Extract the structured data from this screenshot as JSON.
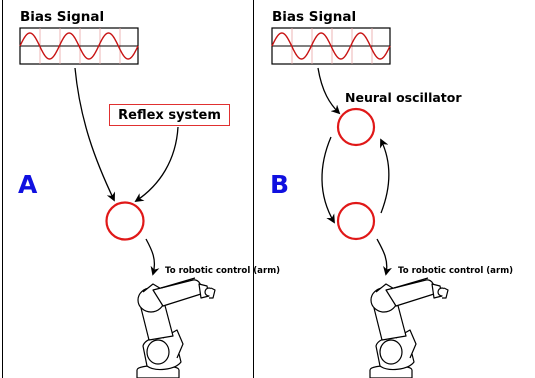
{
  "panel_a": {
    "bias_label": "Bias Signal",
    "reflex_label": "Reflex system",
    "panel_letter": "A",
    "control_label": "To robotic control (arm)"
  },
  "panel_b": {
    "bias_label": "Bias Signal",
    "oscillator_label": "Neural oscillator",
    "panel_letter": "B",
    "control_label": "To robotic control (arm)"
  },
  "colors": {
    "node_stroke": "#e01818",
    "wave": "#c81414",
    "grid": "#e9a3a3",
    "letter": "#1010e0",
    "reflex_border": "#e03030"
  }
}
